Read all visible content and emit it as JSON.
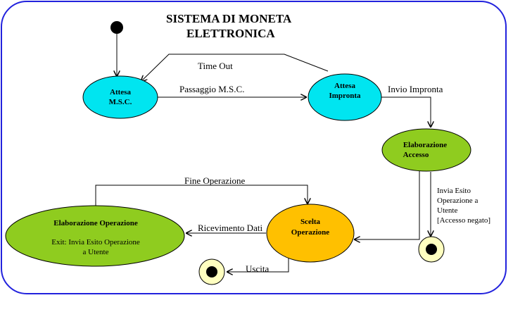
{
  "title": {
    "line1": "SISTEMA DI MONETA",
    "line2": "ELETTRONICA"
  },
  "states": {
    "attesa_msc": {
      "line1": "Attesa",
      "line2": "M.S.C."
    },
    "attesa_impronta": {
      "line1": "Attesa",
      "line2": "Impronta"
    },
    "elaborazione_accesso": {
      "line1": "Elaborazione",
      "line2": "Accesso"
    },
    "scelta_operazione": {
      "line1": "Scelta",
      "line2": "Operazione"
    },
    "elaborazione_operazione": {
      "name": "Elaborazione Operazione",
      "action_line1": "Exit:  Invia Esito Operazione",
      "action_line2": "a Utente"
    }
  },
  "transitions": {
    "time_out": "Time Out",
    "passaggio_msc": "Passaggio   M.S.C.",
    "invio_impronta": "Invio Impronta",
    "fine_operazione": "Fine Operazione",
    "ricevimento_dati": "Ricevimento Dati",
    "uscita": "Uscita",
    "accesso_negato": {
      "line1": "Invia Esito",
      "line2": "Operazione a",
      "line3": "Utente",
      "line4": "[Accesso negato]"
    }
  },
  "colors": {
    "frame": "#2222dd",
    "cyan_state": "#00e5f0",
    "green_state": "#8fcc1f",
    "orange_state": "#ffc000",
    "final_fill": "#ffffc0"
  }
}
